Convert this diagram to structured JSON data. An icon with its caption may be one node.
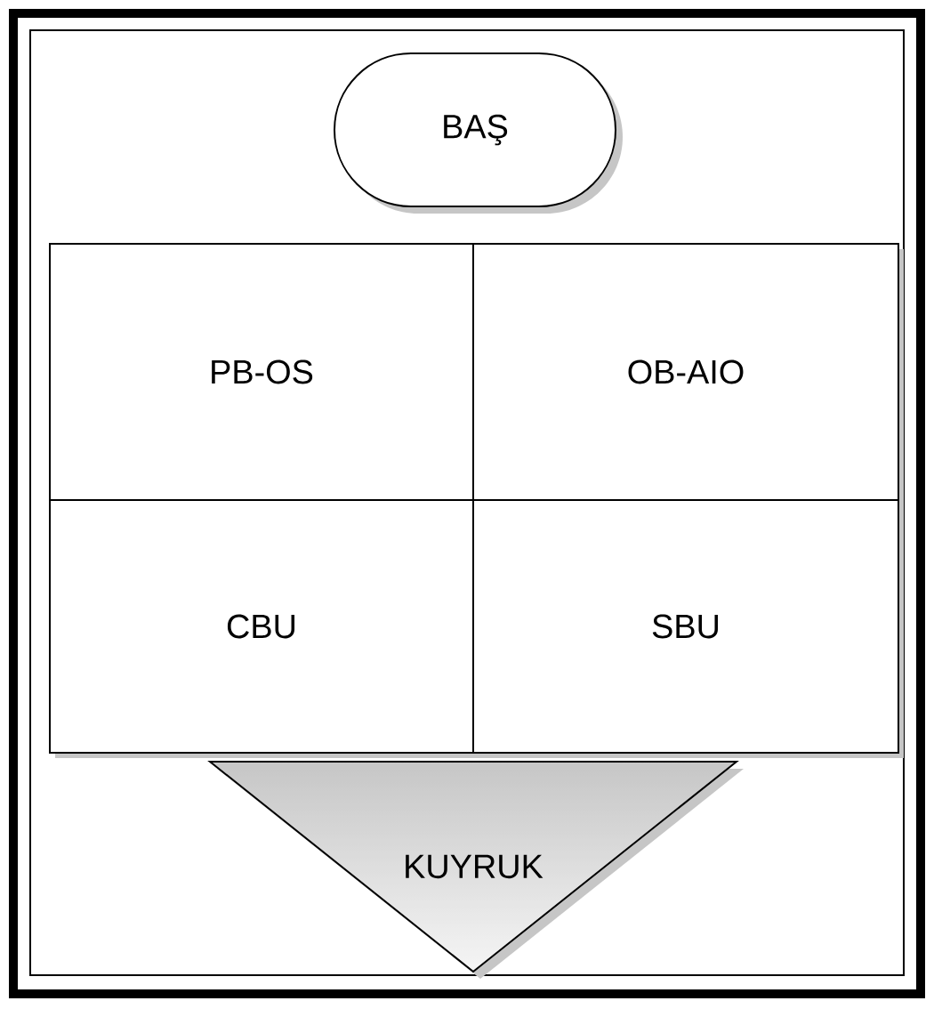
{
  "diagram": {
    "nodes": [
      {
        "text": [
          "BAŞ"
        ]
      },
      {
        "text": [
          "PB-OS"
        ]
      },
      {
        "text": [
          "OB-AIO"
        ]
      },
      {
        "text": [
          "CBU"
        ]
      },
      {
        "text": [
          "SBU"
        ]
      },
      {
        "text": [
          "KUYRUK"
        ]
      }
    ]
  }
}
